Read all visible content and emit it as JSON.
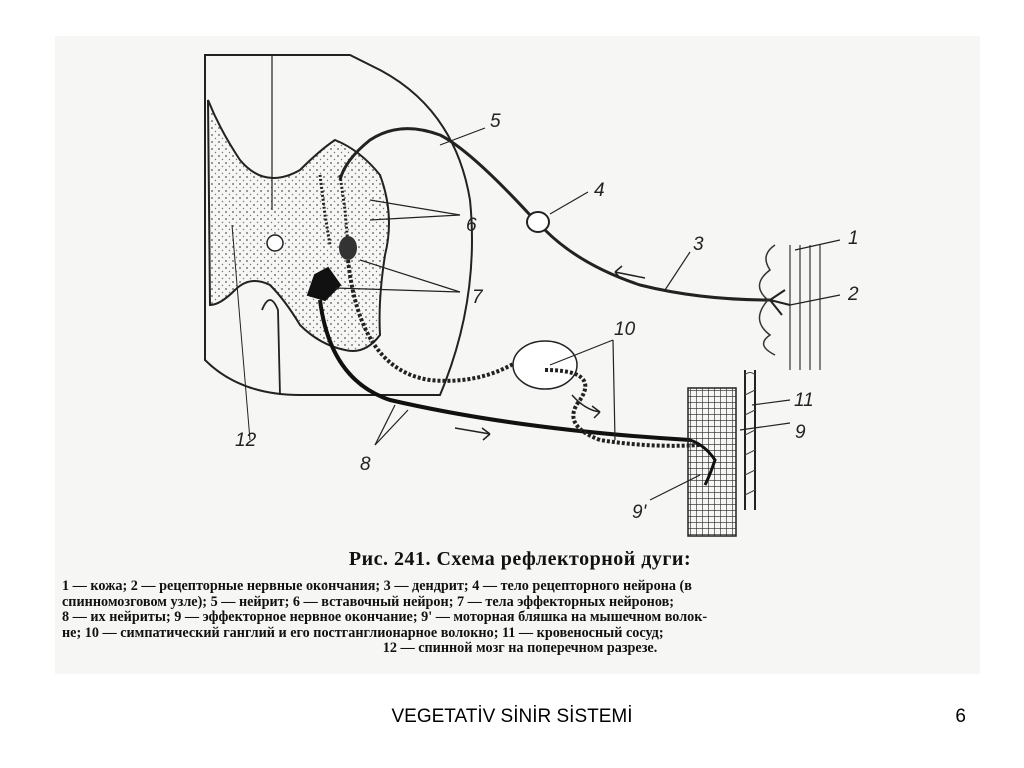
{
  "diagram": {
    "labels": {
      "l1": "1",
      "l2": "2",
      "l3": "3",
      "l4": "4",
      "l5": "5",
      "l6": "6",
      "l7": "7",
      "l8": "8",
      "l9": "9",
      "l9p": "9'",
      "l10": "10",
      "l11": "11",
      "l12": "12"
    }
  },
  "caption": {
    "title": "Рис. 241. Схема рефлекторной дуги:",
    "lines": [
      "1 — кожа; 2 — рецепторные нервные окончания; 3 — дендрит; 4 — тело рецепторного нейрона (в",
      "спинномозговом узле); 5 — нейрит; 6 — вставочный нейрон; 7 — тела эффекторных нейронов;",
      "8 — их нейриты; 9 — эффекторное нервное окончание; 9' — моторная бляшка на мышечном волок-",
      "не; 10 — симпатический ганглий и его постганглионарное волокно; 11 — кровеносный сосуд;"
    ],
    "last_line": "12 — спинной мозг на поперечном разрезе."
  },
  "footer": {
    "title": "VEGETATİV SİNİR SİSTEMİ",
    "page": "6"
  }
}
